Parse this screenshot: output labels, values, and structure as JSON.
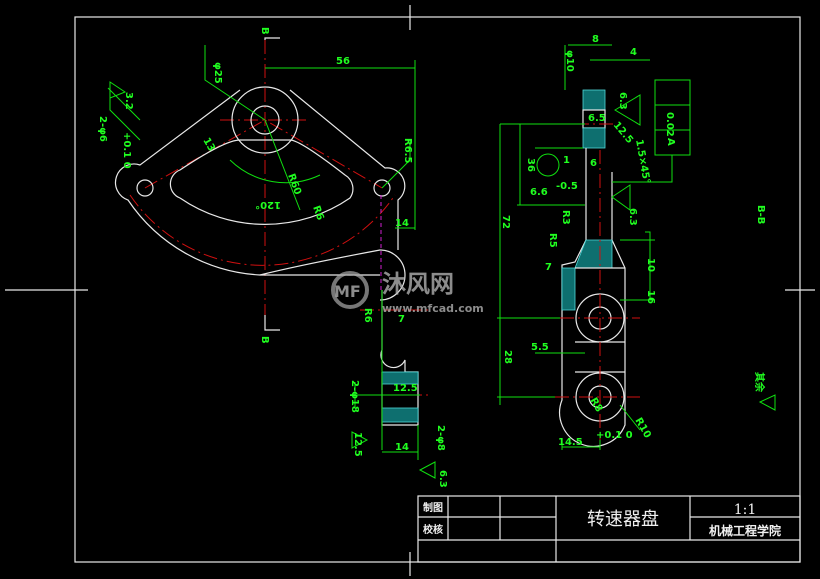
{
  "title_block": {
    "drawn_label": "制图",
    "checked_label": "校核",
    "part_name": "转速器盘",
    "scale": "1:1",
    "institution": "机械工程学院"
  },
  "watermark": {
    "brand": "沐风网",
    "url": "www.mfcad.com",
    "logo": "MF"
  },
  "section_labels": {
    "top": "B",
    "bottom": "B",
    "right": "B-B"
  },
  "front_view": {
    "dims": [
      "φ25",
      "56",
      "3.2",
      "2-φ6",
      "+0.1 0",
      "13",
      "R60",
      "120°",
      "R6",
      "R6.5",
      "14",
      "R6",
      "7",
      "2-φ18",
      "12.5",
      "12.5",
      "14",
      "2-φ8",
      "6.3"
    ]
  },
  "side_view": {
    "dims": [
      "8",
      "4",
      "φ10",
      "6.3",
      "6.5",
      "12.5",
      "1.5×45°",
      "0.02",
      "A",
      "36",
      "1",
      "6",
      "6.6",
      "-0.5",
      "72",
      "R3",
      "R5",
      "7",
      "6.3",
      "10",
      "16",
      "5.5",
      "28",
      "R8",
      "R10",
      "14.5",
      "+0.1 0"
    ]
  },
  "other_text": {
    "note": "其余"
  }
}
